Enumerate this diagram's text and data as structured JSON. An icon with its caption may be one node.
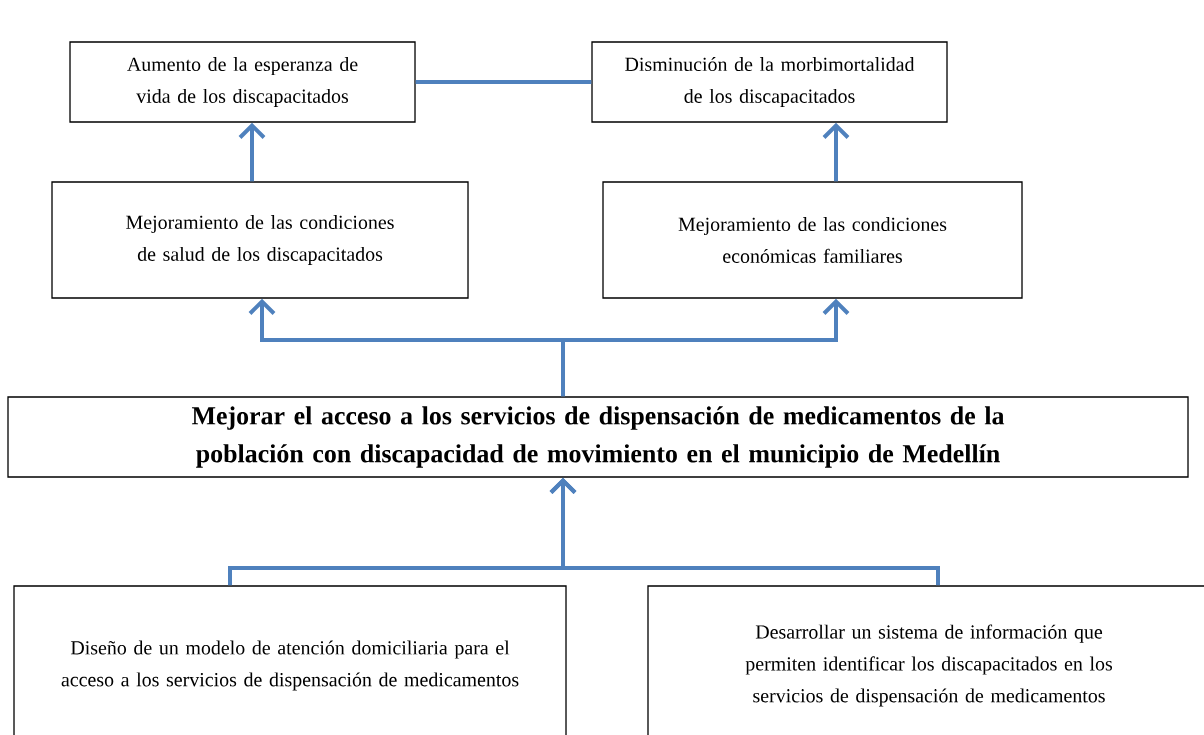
{
  "diagram": {
    "nodes": [
      {
        "text": [
          "Aumento de la esperanza de vida de los discapacitados"
        ]
      },
      {
        "text": [
          "Disminución de la morbimortalidad de los discapacitados"
        ]
      },
      {
        "text": [
          "Mejoramiento de las condiciones de salud de los discapacitados"
        ]
      },
      {
        "text": [
          "Mejoramiento de las condiciones económicas familiares"
        ]
      },
      {
        "text": [
          "Mejorar el acceso a los servicios de dispensación de medicamentos de la población con discapacidad de movimiento en el municipio de Medellín"
        ]
      },
      {
        "text": [
          "Diseño de un modelo de atención domiciliaria para el acceso a los servicios de dispensación de medicamentos"
        ]
      },
      {
        "text": [
          "Desarrollar un sistema de información que permiten identificar los discapacitados en los servicios de dispensación de medicamentos"
        ]
      }
    ],
    "edges": [
      {
        "from": 0,
        "to": 1,
        "arrow": "none"
      },
      {
        "from": 2,
        "to": 0,
        "arrow": "to"
      },
      {
        "from": 3,
        "to": 1,
        "arrow": "to"
      },
      {
        "from": 4,
        "to": 2,
        "arrow": "to"
      },
      {
        "from": 4,
        "to": 3,
        "arrow": "to"
      },
      {
        "from": 5,
        "to": 4,
        "arrow": "to"
      },
      {
        "from": 6,
        "to": 4,
        "arrow": "to"
      }
    ]
  }
}
